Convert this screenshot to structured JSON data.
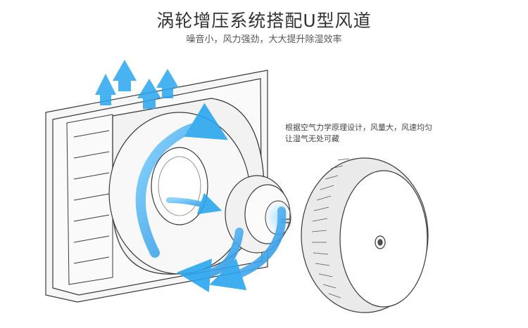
{
  "header": {
    "title": "涡轮增压系统搭配U型风道",
    "subtitle": "噪音小，风力强劲，大大提升除湿效率"
  },
  "description": {
    "line1": "根据空气力学原理设计，风量大，风速均匀",
    "line2": "让湿气无处可藏"
  },
  "colors": {
    "arrow_blue": "#2aa6ef",
    "line_gray": "#3a3a3a",
    "body_fill": "#f4f4f4"
  }
}
